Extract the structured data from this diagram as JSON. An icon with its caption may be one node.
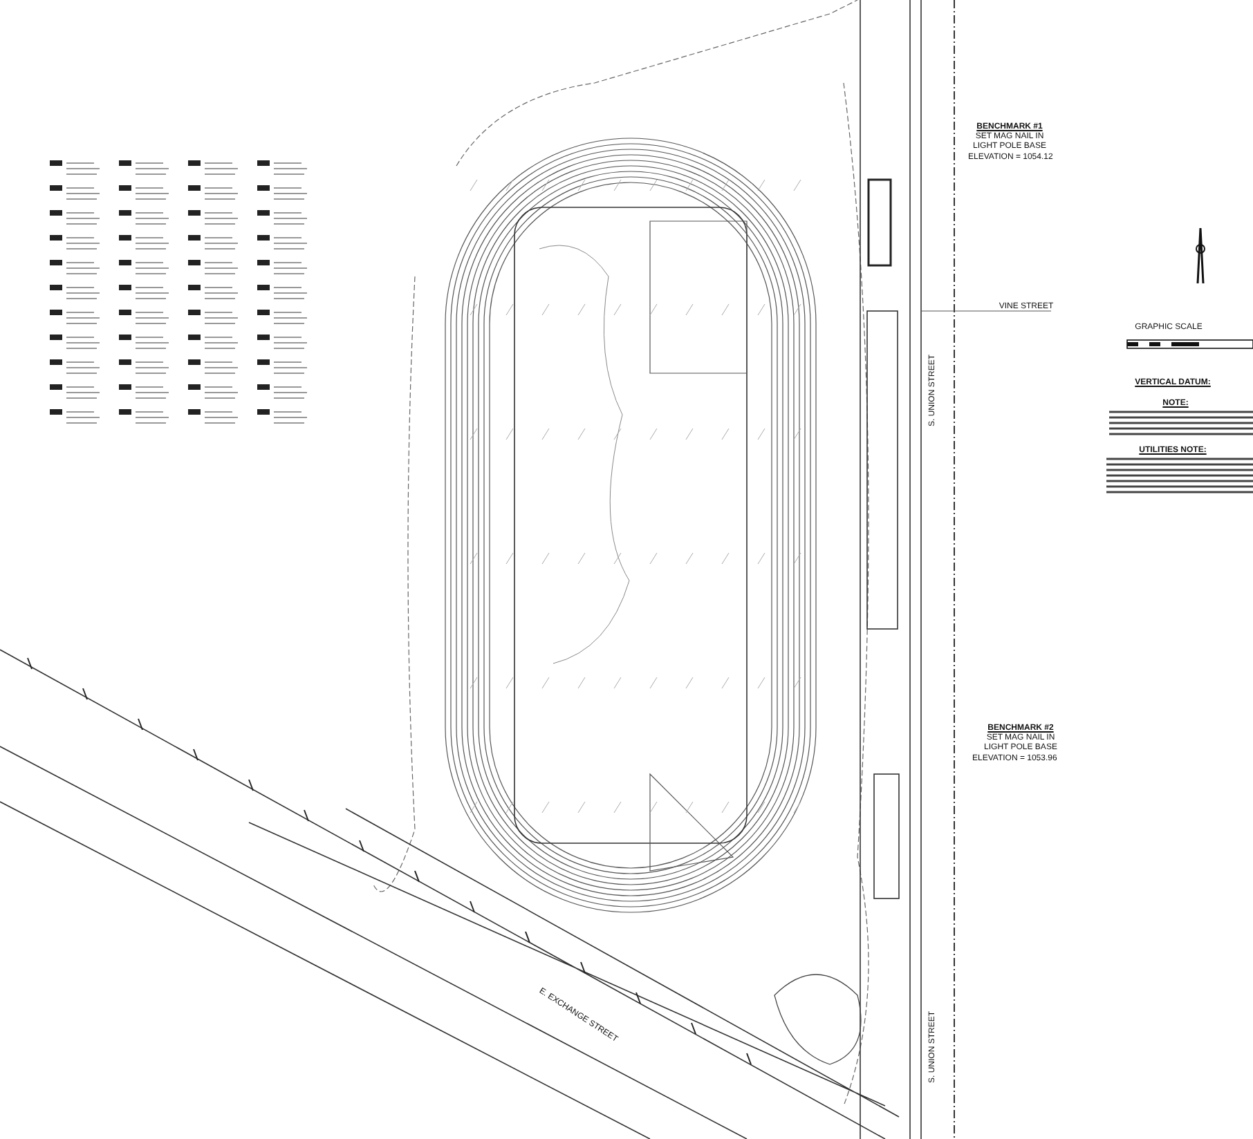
{
  "diagram": {
    "labels": [
      "BENCHMARK #1",
      "SET MAG NAIL IN LIGHT POLE BASE",
      "ELEVATION = 1054.12",
      "BENCHMARK #2",
      "SET MAG NAIL IN LIGHT POLE BASE",
      "ELEVATION = 1053.96",
      "VINE STREET",
      "S. UNION STREET",
      "S. UNION STREET",
      "E. EXCHANGE STREET",
      "GRAPHIC SCALE",
      "VERTICAL DATUM:",
      "NOTE:",
      "UTILITIES NOTE:"
    ]
  }
}
